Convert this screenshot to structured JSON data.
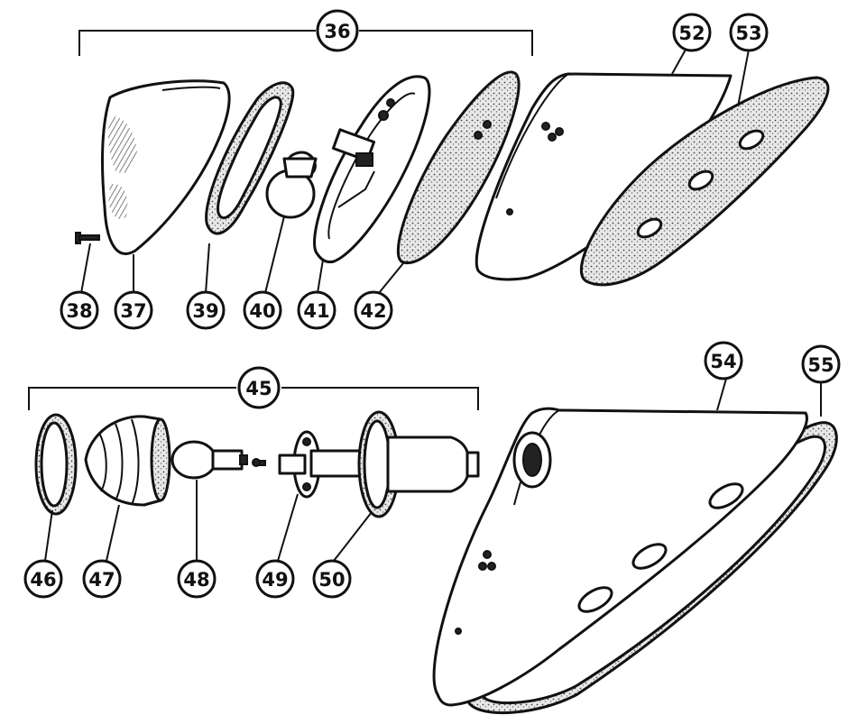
{
  "diagram": {
    "callouts": [
      {
        "id": "36",
        "label": "36"
      },
      {
        "id": "37",
        "label": "37"
      },
      {
        "id": "38",
        "label": "38"
      },
      {
        "id": "39",
        "label": "39"
      },
      {
        "id": "40",
        "label": "40"
      },
      {
        "id": "41",
        "label": "41"
      },
      {
        "id": "42",
        "label": "42"
      },
      {
        "id": "45",
        "label": "45"
      },
      {
        "id": "46",
        "label": "46"
      },
      {
        "id": "47",
        "label": "47"
      },
      {
        "id": "48",
        "label": "48"
      },
      {
        "id": "49",
        "label": "49"
      },
      {
        "id": "50",
        "label": "50"
      },
      {
        "id": "52",
        "label": "52"
      },
      {
        "id": "53",
        "label": "53"
      },
      {
        "id": "54",
        "label": "54"
      },
      {
        "id": "55",
        "label": "55"
      }
    ]
  }
}
